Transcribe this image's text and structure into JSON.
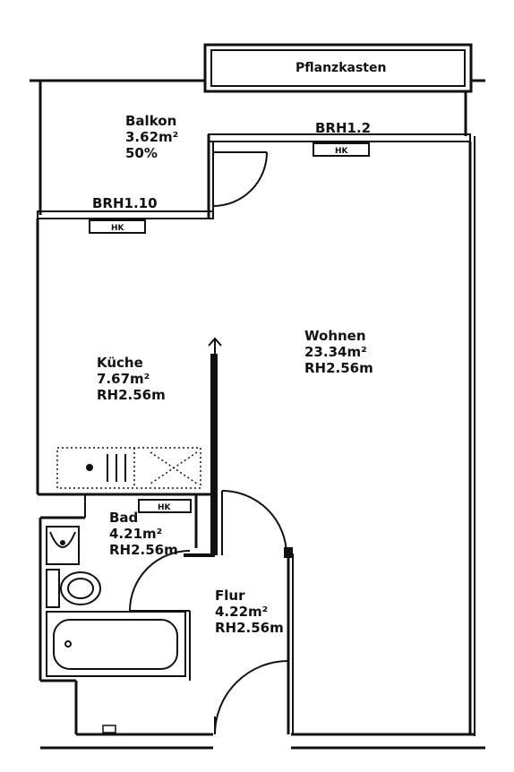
{
  "planter": {
    "label": "Pflanzkasten"
  },
  "rooms": {
    "balkon": {
      "name": "Balkon",
      "area": "3.62m²",
      "note": "50%"
    },
    "kueche": {
      "name": "Küche",
      "area": "7.67m²",
      "height": "RH2.56m"
    },
    "wohnen": {
      "name": "Wohnen",
      "area": "23.34m²",
      "height": "RH2.56m"
    },
    "bad": {
      "name": "Bad",
      "area": "4.21m²",
      "height": "RH2.56m"
    },
    "flur": {
      "name": "Flur",
      "area": "4.22m²",
      "height": "RH2.56m"
    }
  },
  "parapets": {
    "left": "BRH1.10",
    "right": "BRH1.2"
  },
  "heaters": {
    "label": "HK"
  }
}
